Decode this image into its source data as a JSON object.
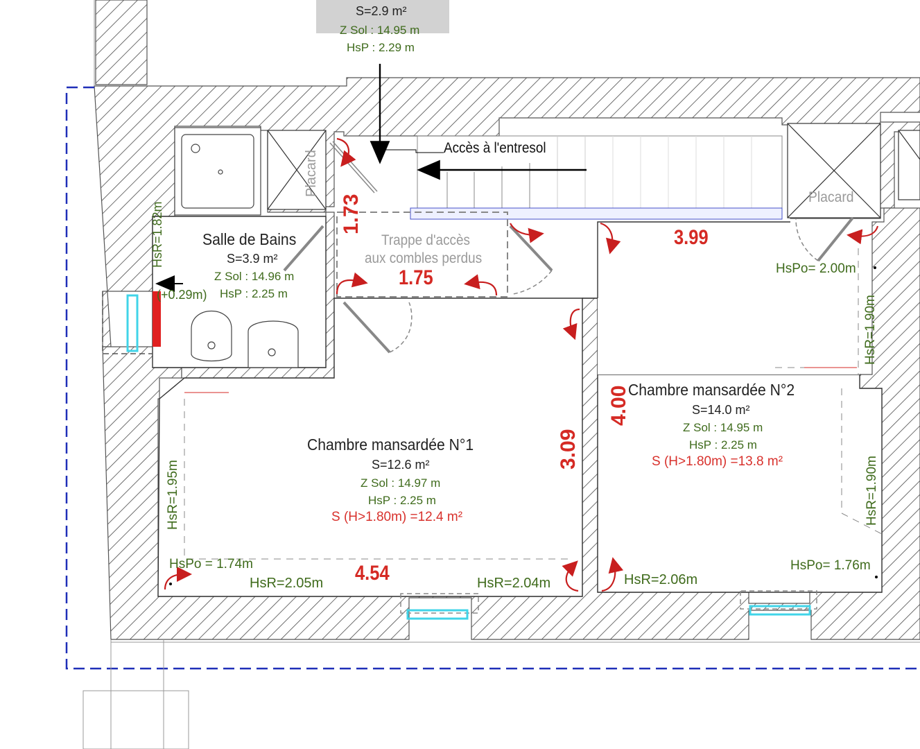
{
  "top_label": {
    "area": "S=2.9 m²",
    "zsol": "Z Sol : 14.95 m",
    "hsp": "HsP : 2.29 m"
  },
  "access_label": "Accès à l'entresol",
  "placards": [
    "Placard",
    "Placard"
  ],
  "trappe": [
    "Trappe d'accès",
    "aux combles perdus"
  ],
  "rooms": {
    "bath": {
      "name": "Salle de Bains",
      "area": "S=3.9 m²",
      "zsol": "Z Sol : 14.96 m",
      "hsp": "HsP : 2.25 m",
      "hsr_side": "HsR=1.82m",
      "hsr_offset": "(+0.29m)"
    },
    "chambre1": {
      "name": "Chambre mansardée N°1",
      "area": "S=12.6 m²",
      "zsol": "Z Sol : 14.97 m",
      "hsp": "HsP : 2.25 m",
      "s_h": "S (H>1.80m) =12.4 m²",
      "hsr_left": "HsR=1.95m",
      "hspo": "HsPo = 1.74m",
      "hsr_bottom_left": "HsR=2.05m",
      "hsr_bottom_right": "HsR=2.04m"
    },
    "chambre2": {
      "name": "Chambre mansardée N°2",
      "area": "S=14.0 m²",
      "zsol": "Z Sol : 14.95 m",
      "hsp": "HsP : 2.25 m",
      "s_h": "S (H>1.80m) =13.8 m²",
      "hspo_top": "HsPo= 2.00m",
      "hsr_right_top": "HsR=1.90m",
      "hsr_right": "HsR=1.90m",
      "hsr_bottom": "HsR=2.06m",
      "hspo_bottom": "HsPo= 1.76m"
    }
  },
  "dimensions": {
    "d173": "1.73",
    "d175": "1.75",
    "d399": "3.99",
    "d400": "4.00",
    "d309": "3.09",
    "d454": "4.54"
  },
  "colors": {
    "wall_hatch": "#444444",
    "dimension_red": "#d52a24",
    "label_green": "#3f6b1c",
    "boundary_blue": "#1f2fb8",
    "window_cyan": "#41d4e8",
    "radiator_red": "#e02020"
  }
}
